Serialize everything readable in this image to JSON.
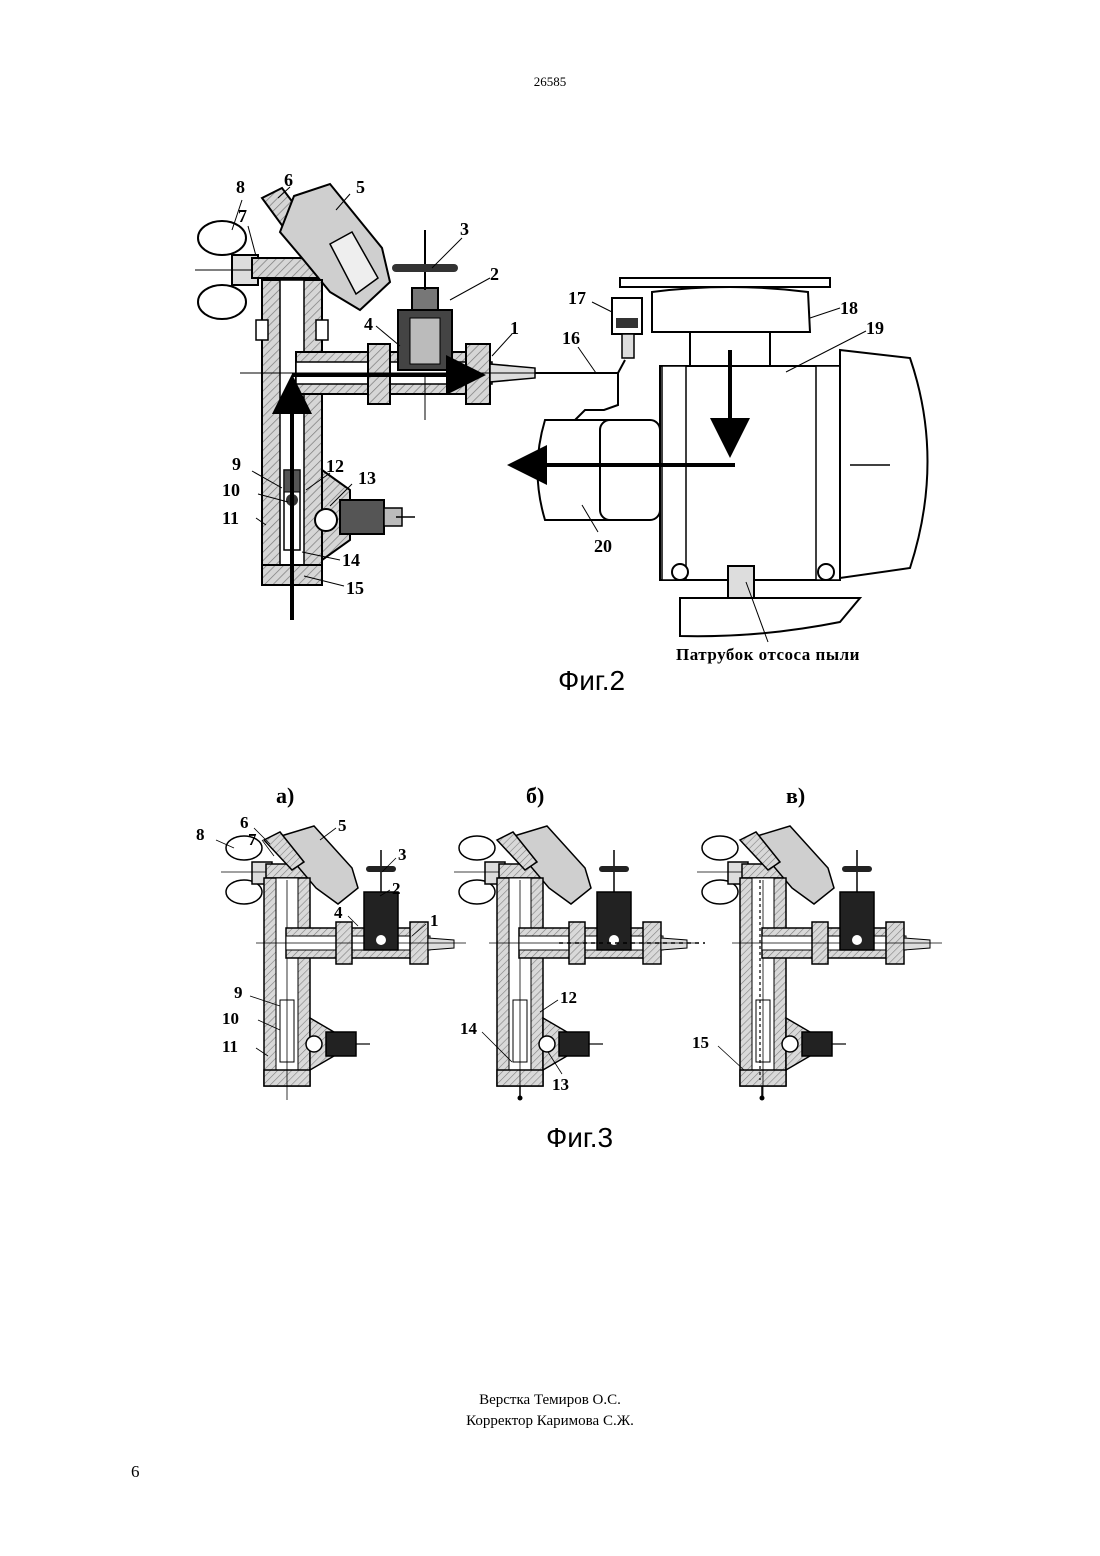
{
  "document": {
    "doc_number": "26585",
    "page_number": "6",
    "credits": {
      "layout": "Верстка Темиров О.С.",
      "corrector": "Корректор Каримова С.Ж."
    }
  },
  "figure2": {
    "caption": "Фиг.2",
    "dust_label": "Патрубок отсоса пыли",
    "labels": {
      "l1": "1",
      "l2": "2",
      "l3": "3",
      "l4": "4",
      "l5": "5",
      "l6": "6",
      "l7": "7",
      "l8": "8",
      "l9": "9",
      "l10": "10",
      "l11": "11",
      "l12": "12",
      "l13": "13",
      "l14": "14",
      "l15": "15",
      "l16": "16",
      "l17": "17",
      "l18": "18",
      "l19": "19",
      "l20": "20"
    }
  },
  "figure3": {
    "caption": "Фиг.3",
    "sub_a": "а)",
    "sub_b": "б)",
    "sub_v": "в)",
    "labels_a": {
      "l1": "1",
      "l2": "2",
      "l3": "3",
      "l4": "4",
      "l5": "5",
      "l6": "6",
      "l7": "7",
      "l8": "8",
      "l9": "9",
      "l10": "10",
      "l11": "11"
    },
    "labels_b": {
      "l12": "12",
      "l13": "13",
      "l14": "14"
    },
    "labels_v": {
      "l15": "15"
    }
  }
}
